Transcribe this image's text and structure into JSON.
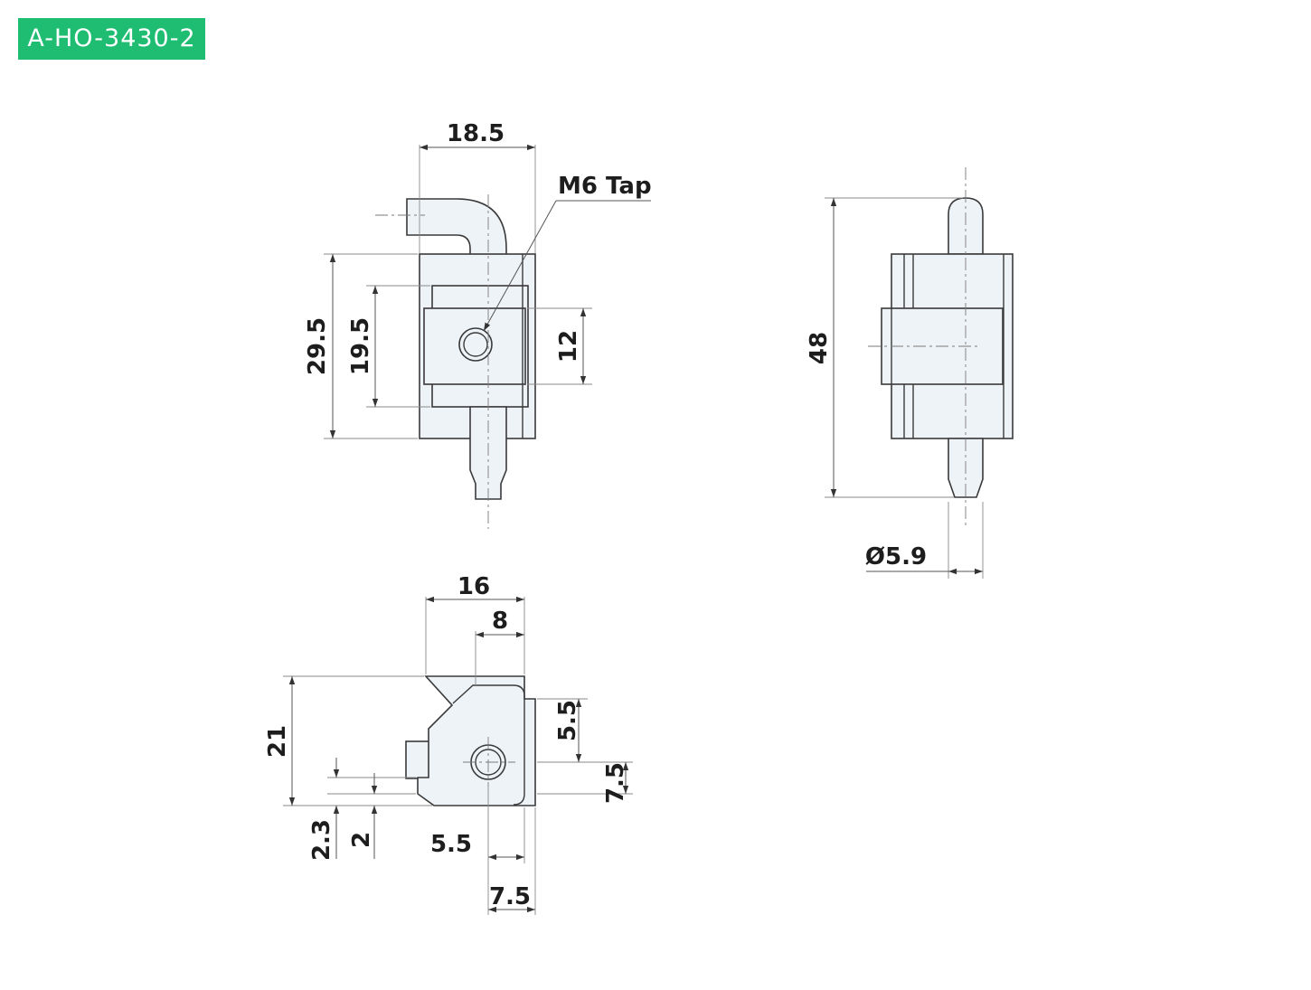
{
  "part_number": "A-HO-3430-2",
  "colors": {
    "badge": "#1fbd72",
    "part_fill": "#eef3f7",
    "line": "#3a3a3a"
  },
  "labels": {
    "width_top": "18.5",
    "tap": "M6 Tap",
    "height_total": "29.5",
    "height_inner": "19.5",
    "height_block": "12",
    "side_height": "48",
    "pin_dia": "Ø5.9",
    "bottom_width": "16",
    "bottom_half": "8",
    "bottom_height": "21",
    "hole_offset": "5.5",
    "hole_height": "7.5",
    "dim_2_3": "2.3",
    "dim_2": "2",
    "bottom_5_5": "5.5",
    "bottom_7_5": "7.5"
  }
}
